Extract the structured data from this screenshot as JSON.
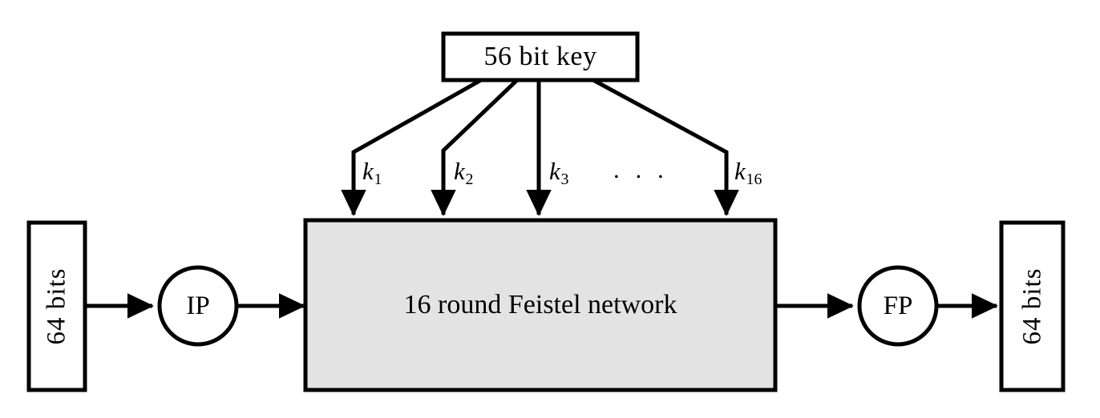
{
  "diagram": {
    "title": "DES block diagram",
    "background_color": "#ffffff",
    "stroke_color": "#000000",
    "fill_gray": "#e3e3e3"
  },
  "nodes": {
    "input_block": {
      "label": "64 bits",
      "orientation": "vertical"
    },
    "initial_permutation": {
      "label": "IP",
      "shape": "circle"
    },
    "feistel_network": {
      "label": "16 round Feistel network",
      "shape": "rect",
      "fill": "#e3e3e3"
    },
    "final_permutation": {
      "label": "FP",
      "shape": "circle"
    },
    "output_block": {
      "label": "64 bits",
      "orientation": "vertical"
    },
    "key_block": {
      "label": "56  bit key",
      "shape": "rect"
    }
  },
  "subkeys": {
    "ellipsis": ". . .",
    "items": [
      {
        "name": "k",
        "index": "1"
      },
      {
        "name": "k",
        "index": "2"
      },
      {
        "name": "k",
        "index": "3"
      },
      {
        "name": "k",
        "index": "16"
      }
    ]
  }
}
